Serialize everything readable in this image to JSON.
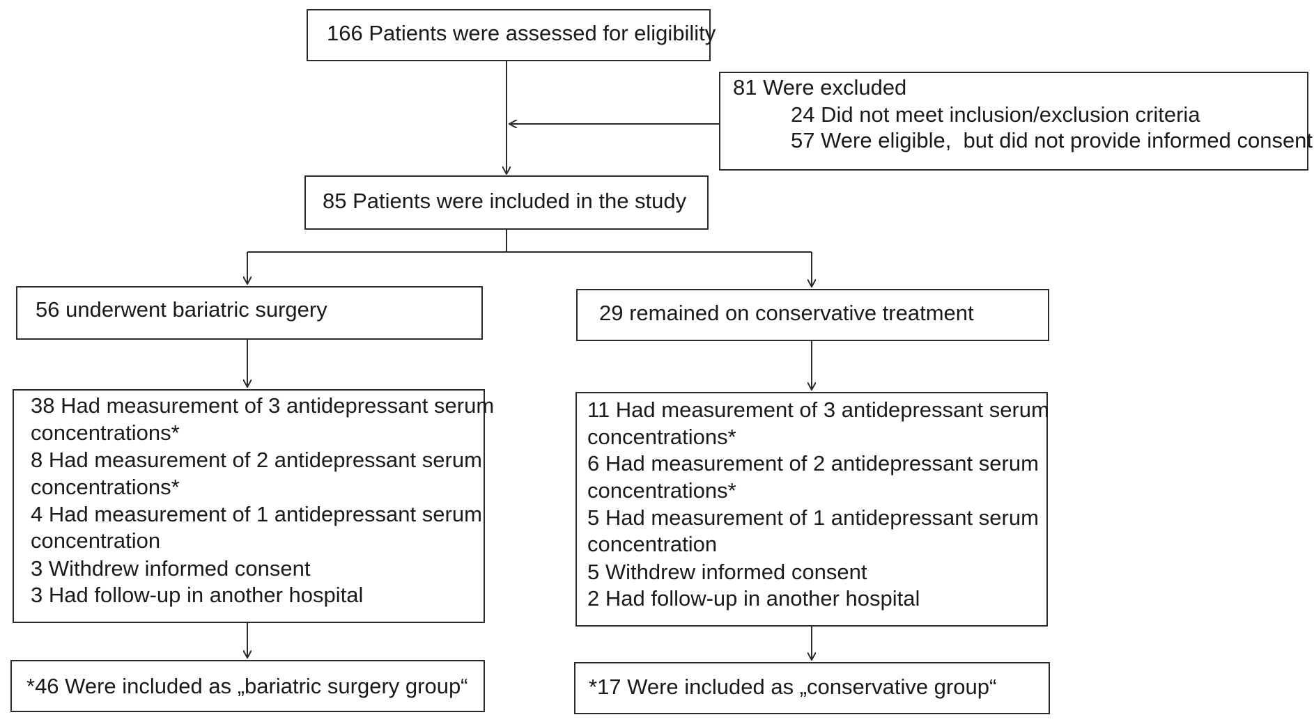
{
  "assessed": "166 Patients were assessed for eligibility",
  "excluded": {
    "title": "81 Were excluded",
    "items": [
      "24 Did not meet inclusion/exclusion criteria",
      "57 Were eligible,  but did not provide informed consent"
    ]
  },
  "included": "85 Patients were included in the study",
  "left": {
    "arm": "56 underwent bariatric surgery",
    "details": [
      "38 Had measurement of 3 antidepressant serum",
      "concentrations*",
      "8 Had measurement of 2 antidepressant serum",
      "concentrations*",
      "4 Had measurement of 1 antidepressant serum",
      "concentration",
      "3 Withdrew informed consent",
      "3 Had follow-up in another hospital"
    ],
    "group": "*46 Were included as „bariatric surgery group“"
  },
  "right": {
    "arm": "29 remained on conservative treatment",
    "details": [
      "11 Had measurement of 3 antidepressant serum",
      "concentrations*",
      "6 Had measurement of 2 antidepressant serum",
      "concentrations*",
      "5 Had measurement of 1 antidepressant serum",
      "concentration",
      "5 Withdrew informed consent",
      "2 Had follow-up in another hospital"
    ],
    "group": "*17 Were included as „conservative group“"
  }
}
